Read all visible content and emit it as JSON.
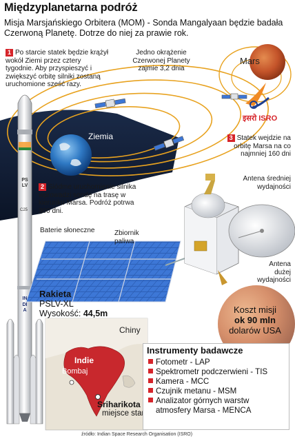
{
  "title": "Międzyplanetarna podróż",
  "subtitle": "Misja Marsjańskiego Orbitera (MOM) - Sonda  Mangalyaan będzie badała Czerwoną Planetę. Dotrze do niej za prawie rok.",
  "steps": [
    {
      "number": "1",
      "text": "Po starcie statek będzie krążył wokół Ziemi przez cztery tygodnie. Aby przyspieszyć i zwiększyć orbitę silniki zostaną uruchomione sześć razy."
    },
    {
      "number": "2",
      "text": "Siódme uruchomienie silnika wprowadzi sondę na trasę w kierunku Marsa. Podróż potrwa 300 dni."
    },
    {
      "number": "3",
      "text": "Statek wejdzie na orbitę Marsa na  co najmniej 160 dni"
    }
  ],
  "orbit_note": "Jedno okrążenie Czerwonej Planety zajmie 3,2 dnia",
  "labels": {
    "mars": "Mars",
    "earth": "Ziemia",
    "isro": "इसरो ISRO",
    "medium_antenna": "Antena średniej wydajności",
    "high_antenna": "Antena dużej wydajności",
    "solar": "Baterie słoneczne",
    "tank": "Zbiornik paliwa"
  },
  "rocket": {
    "heading": "Rakieta",
    "name": "PSLV-XL",
    "height_label": "Wysokość:",
    "height_value": "44,5m",
    "body_text": "PSLV",
    "code": "C25",
    "country": "INDIA"
  },
  "map": {
    "china": "Chiny",
    "india": "Indie",
    "bombay": "Bombaj",
    "site": "Sriharikota",
    "site_caption": "miejsce startu"
  },
  "cost": {
    "line1": "Koszt misji",
    "line2": "ok 90 mln",
    "line3": "dolarów USA"
  },
  "instruments": {
    "title": "Instrumenty badawcze",
    "items": [
      "Fotometr - LAP",
      "Spektrometr podczerwieni - TIS",
      "Kamera - MCC",
      "Czujnik  metanu - MSM",
      "Analizator górnych warstw",
      "atmosfery Marsa - MENCA"
    ]
  },
  "source": "źródło: Indian Space Research Organisation (ISRO)",
  "colors": {
    "accent": "#d6242a",
    "orbit": "#e8a21f",
    "mars": "#c4542a",
    "space": "#0f1a2e"
  }
}
